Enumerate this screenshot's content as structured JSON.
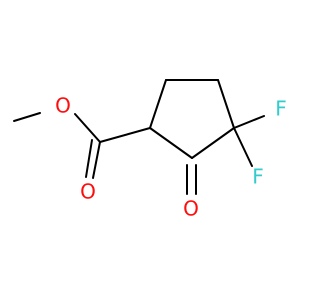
{
  "molecule": {
    "atoms": {
      "o_ether": "O",
      "o_ester_carbonyl": "O",
      "o_ketone": "O",
      "f_upper": "F",
      "f_lower": "F"
    },
    "colors": {
      "bond": "#000000",
      "oxygen": "#ff0d0d",
      "fluorine": "#33cccc"
    }
  }
}
